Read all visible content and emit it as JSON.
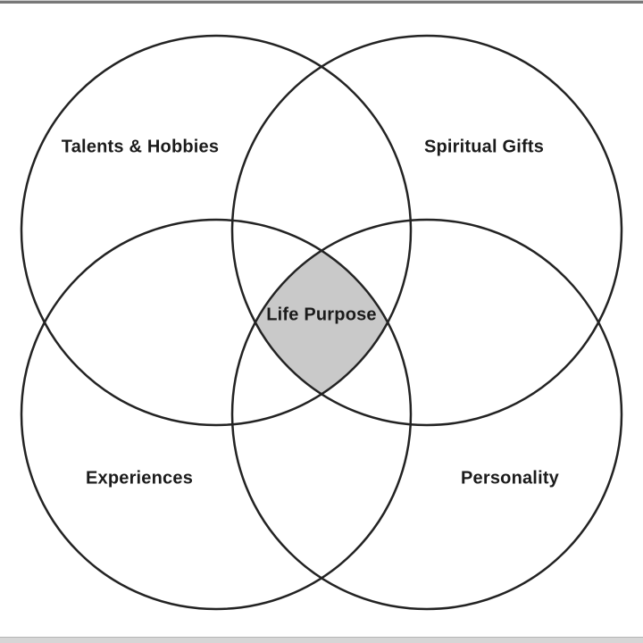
{
  "diagram": {
    "type": "venn-4-circle",
    "title_concept": "Life Purpose Venn Diagram",
    "labels": {
      "top_left": "Talents & Hobbies",
      "top_right": "Spiritual Gifts",
      "bottom_left": "Experiences",
      "bottom_right": "Personality",
      "center": "Life Purpose"
    },
    "colors": {
      "background": "#ffffff",
      "circle_stroke": "#232323",
      "intersection_fill": "#c9c9c9",
      "label_text": "#1b1b1b",
      "top_border": "#787878",
      "bottom_border": "#d6d6d6"
    }
  }
}
